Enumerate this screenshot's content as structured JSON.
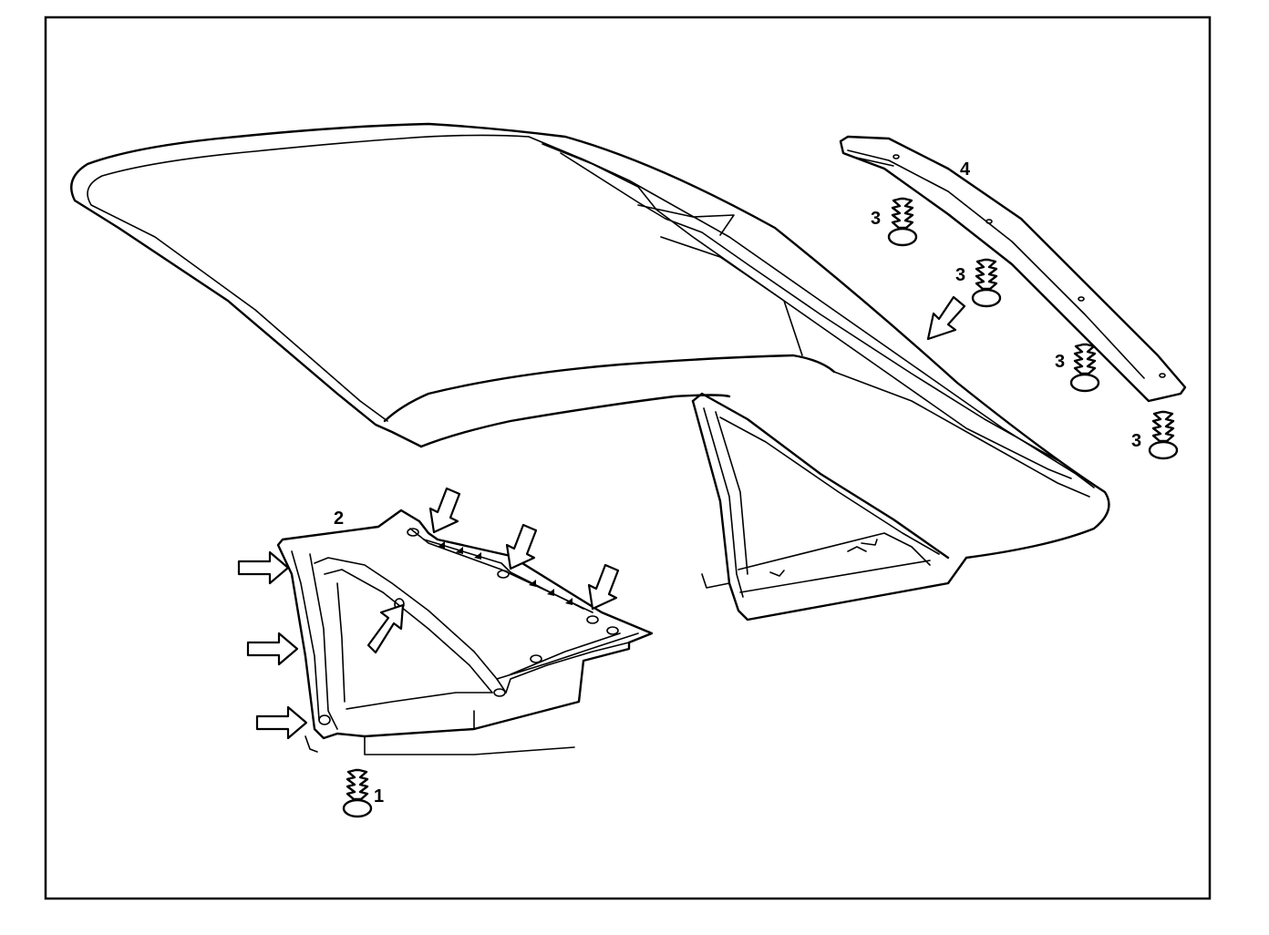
{
  "callouts": {
    "c1": "1",
    "c2": "2",
    "c3a": "3",
    "c3b": "3",
    "c3c": "3",
    "c3d": "3",
    "c4": "4"
  },
  "colors": {
    "line": "#000000",
    "background": "#ffffff"
  }
}
